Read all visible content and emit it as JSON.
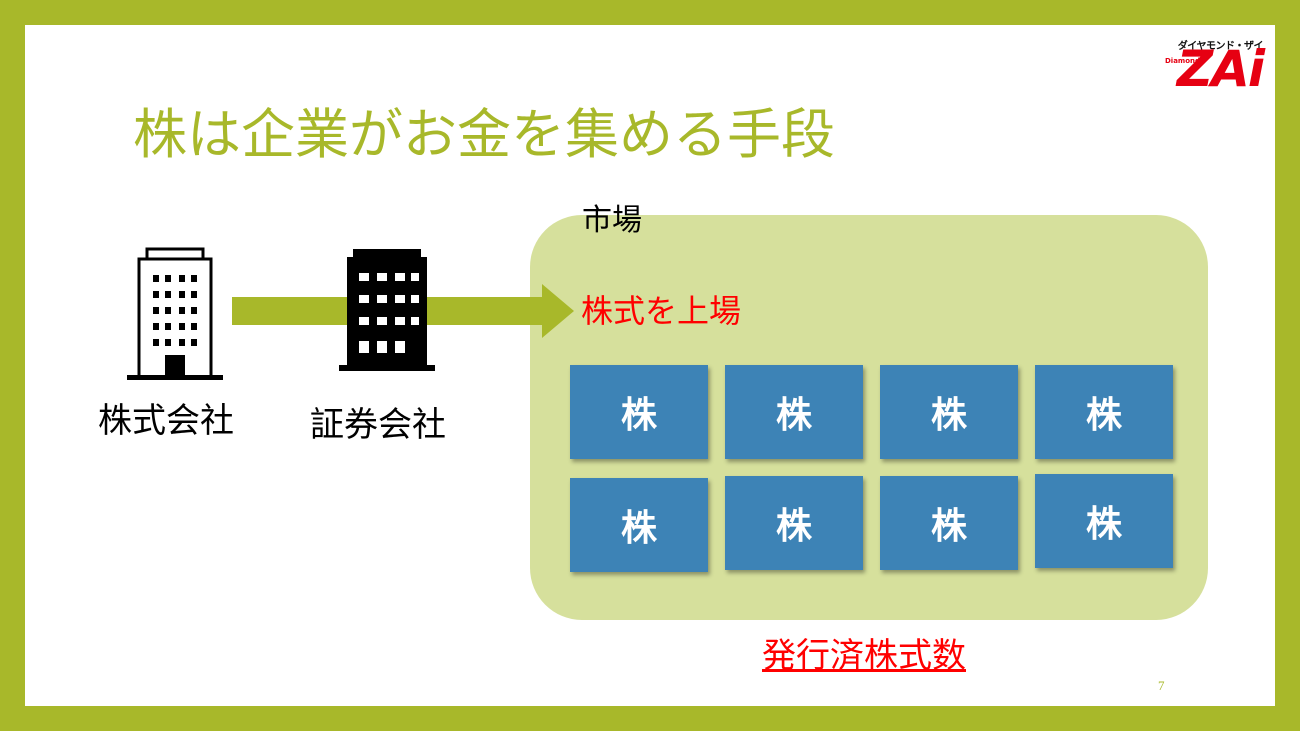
{
  "title": "株は企業がお金を集める手段",
  "logo": {
    "top_text": "ダイヤモンド・ザイ",
    "main_text": "ZAi",
    "sub_text": "Diamond"
  },
  "market": {
    "label": "市場",
    "listing_label": "株式を上場"
  },
  "companies": [
    {
      "label": "株式会社",
      "icon": "office-building-outline-icon"
    },
    {
      "label": "証券会社",
      "icon": "office-building-solid-icon"
    }
  ],
  "stocks": {
    "row1": [
      "株",
      "株",
      "株",
      "株"
    ],
    "row2": [
      "株",
      "株",
      "株",
      "株"
    ]
  },
  "issued_shares_label": "発行済株式数",
  "page_number": "7",
  "colors": {
    "accent": "#a8b82a",
    "market_bg": "#d6e09c",
    "stock_blue": "#3d83b6",
    "red": "#ff0000",
    "logo_red": "#e60012"
  }
}
